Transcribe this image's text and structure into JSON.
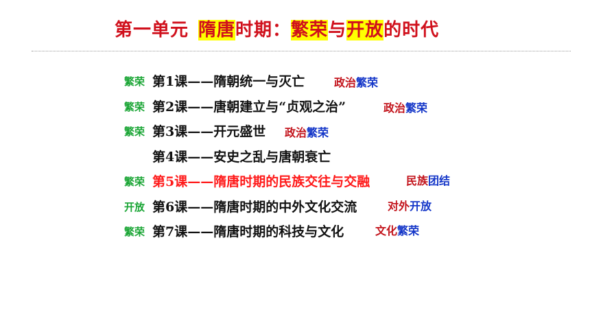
{
  "header": {
    "unit": "第一单元",
    "period": "隋唐",
    "middle": "时期：",
    "prosperity": "繁荣",
    "and": "与",
    "opening": "开放",
    "tail": "的时代"
  },
  "colors": {
    "title_red": "#d0101c",
    "highlight_yellow": "#ffff00",
    "tag_green": "#19a534",
    "note_red": "#c3141c",
    "note_blue": "#1436c8",
    "current_lesson_red": "#ff1a1a"
  },
  "lessons": [
    {
      "tag": "繁荣",
      "title": "第1课——隋朝统一与灭亡",
      "note_a": "政治",
      "note_b": "繁荣"
    },
    {
      "tag": "繁荣",
      "title": "第2课——唐朝建立与“贞观之治”",
      "note_a": "政治",
      "note_b": "繁荣"
    },
    {
      "tag": "繁荣",
      "title": "第3课——开元盛世",
      "note_a": "政治",
      "note_b": "繁荣"
    },
    {
      "tag": "",
      "title": "第4课——安史之乱与唐朝衰亡",
      "note_a": "",
      "note_b": ""
    },
    {
      "tag": "繁荣",
      "title": "第5课——隋唐时期的民族交往与交融",
      "note_a": "民族",
      "note_b": "团结"
    },
    {
      "tag": "开放",
      "title": "第6课——隋唐时期的中外文化交流",
      "note_a": "对外",
      "note_b": "开放"
    },
    {
      "tag": "繁荣",
      "title": "第7课——隋唐时期的科技与文化",
      "note_a": "文化",
      "note_b": "繁荣"
    }
  ]
}
